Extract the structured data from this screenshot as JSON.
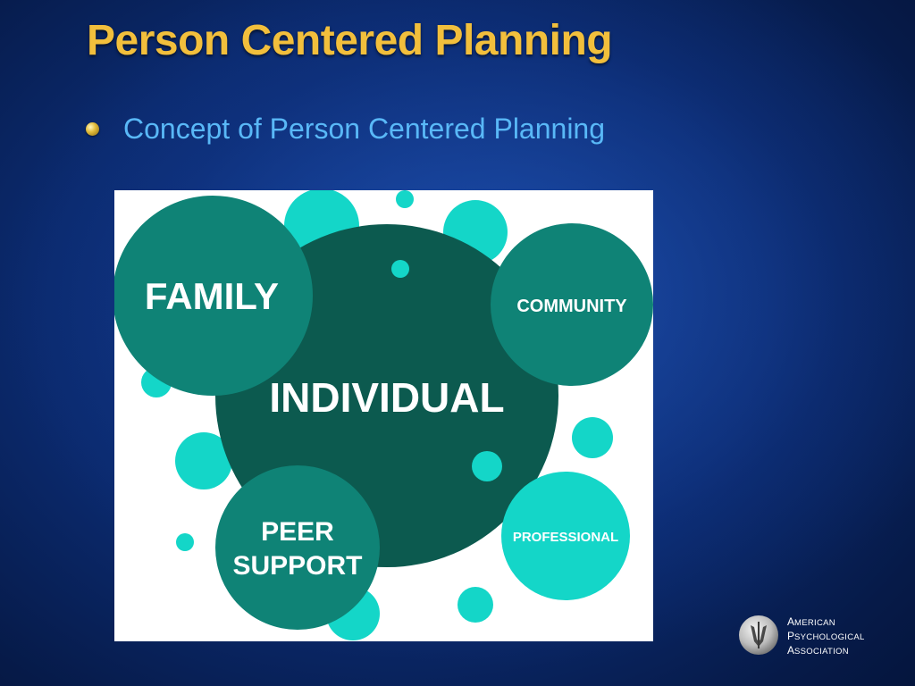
{
  "slide": {
    "title": "Person Centered Planning",
    "bullet": "Concept of Person Centered Planning"
  },
  "diagram": {
    "center_label": "INDIVIDUAL",
    "family_label": "FAMILY",
    "community_label": "COMMUNITY",
    "peer_label_line1": "PEER",
    "peer_label_line2": "SUPPORT",
    "professional_label": "PROFESSIONAL"
  },
  "logo": {
    "line1_cap": "A",
    "line1_rest": "MERICAN",
    "line2_cap": "P",
    "line2_rest": "SYCHOLOGICAL",
    "line3_cap": "A",
    "line3_rest": "SSOCIATION"
  },
  "colors": {
    "title": "#f2bf3c",
    "bullet_text": "#59b8f7",
    "center_circle": "#0c5a4f",
    "satellite_circle": "#0f8376",
    "bubble": "#14d6c8"
  }
}
